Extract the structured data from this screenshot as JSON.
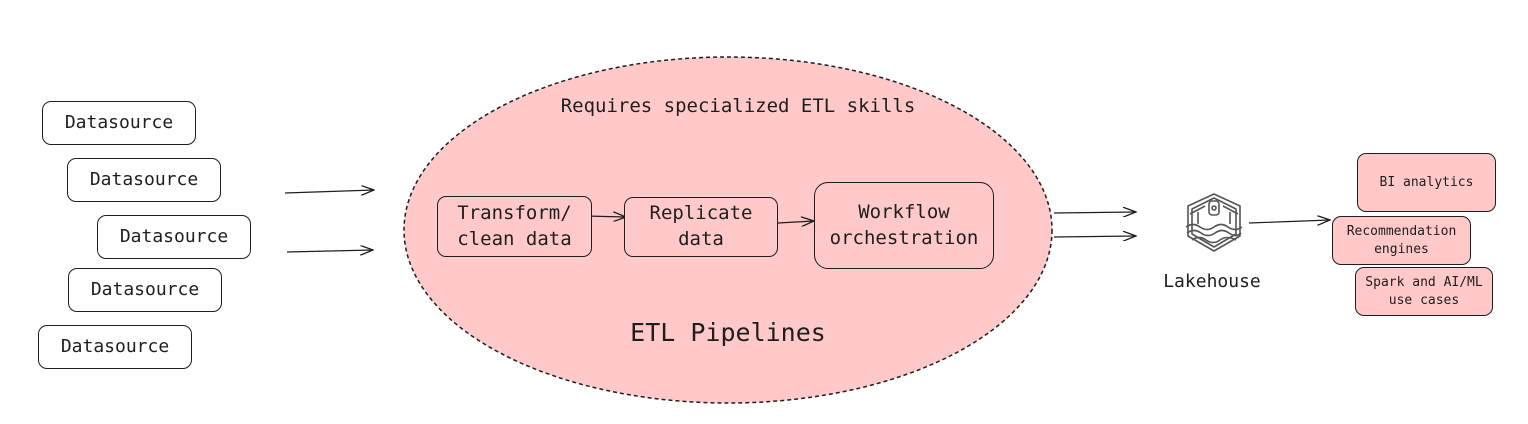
{
  "datasources": [
    "Datasource",
    "Datasource",
    "Datasource",
    "Datasource",
    "Datasource"
  ],
  "etl": {
    "skills_note": "Requires specialized ETL skills",
    "title": "ETL Pipelines",
    "stages": [
      {
        "line1": "Transform/",
        "line2": "clean data"
      },
      {
        "line1": "Replicate",
        "line2": "data"
      },
      {
        "line1": "Workflow",
        "line2": "orchestration"
      }
    ]
  },
  "lakehouse": {
    "label": "Lakehouse",
    "icon": "lakehouse-icon"
  },
  "use_cases": [
    {
      "line1": "BI analytics",
      "line2": ""
    },
    {
      "line1": "Recommendation",
      "line2": "engines"
    },
    {
      "line1": "Spark and AI/ML",
      "line2": "use cases"
    }
  ],
  "colors": {
    "pink": "#ffc9c9",
    "stroke": "#1e1e1e"
  }
}
